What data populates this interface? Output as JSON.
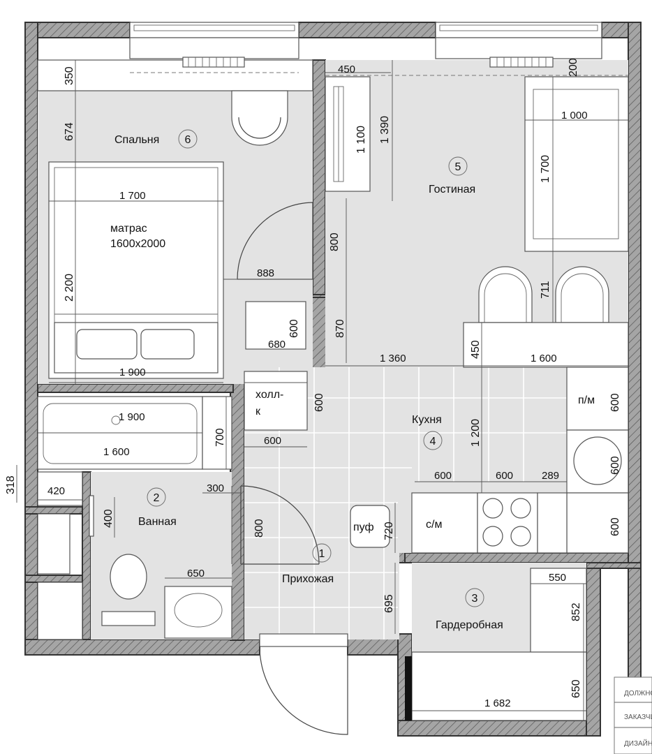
{
  "rooms": [
    {
      "name": "Спальня",
      "num": "6"
    },
    {
      "name": "Гостиная",
      "num": "5"
    },
    {
      "name": "Кухня",
      "num": "4"
    },
    {
      "name": "Ванная",
      "num": "2"
    },
    {
      "name": "Прихожая",
      "num": "1"
    },
    {
      "name": "Гардеробная",
      "num": "3"
    }
  ],
  "labels": {
    "mattress_1": "матрас",
    "mattress_2": "1600х2000",
    "hall_1": "холл-",
    "hall_2": "к",
    "pouf": "пуф",
    "dishwasher": "п/м",
    "washer": "с/м"
  },
  "dims": {
    "d350": "350",
    "d674": "674",
    "d1700a": "1 700",
    "d2200": "2 200",
    "d1900a": "1 900",
    "d888": "888",
    "d800a": "800",
    "d870": "870",
    "d600a": "600",
    "d680": "680",
    "d450a": "450",
    "d1100": "1 100",
    "d1390": "1 390",
    "d200": "200",
    "d1000": "1 000",
    "d1700b": "1 700",
    "d711": "711",
    "d450b": "450",
    "d1360": "1 360",
    "d1600a": "1 600",
    "d600b": "600",
    "d600c": "600",
    "d1200": "1 200",
    "d600d": "600",
    "d600e": "600",
    "d600f": "600",
    "d600g": "600",
    "d289": "289",
    "d600h": "600",
    "d1900b": "1 900",
    "d1600b": "1 600",
    "d700": "700",
    "d318": "318",
    "d420": "420",
    "d300": "300",
    "d400": "400",
    "d800b": "800",
    "d650a": "650",
    "d720": "720",
    "d695": "695",
    "d550": "550",
    "d852": "852",
    "d650b": "650",
    "d1682": "1 682"
  },
  "title_block": [
    "ДОЛЖНО",
    "ЗАКАЗЧИ",
    "ДИЗАЙНЕ"
  ]
}
